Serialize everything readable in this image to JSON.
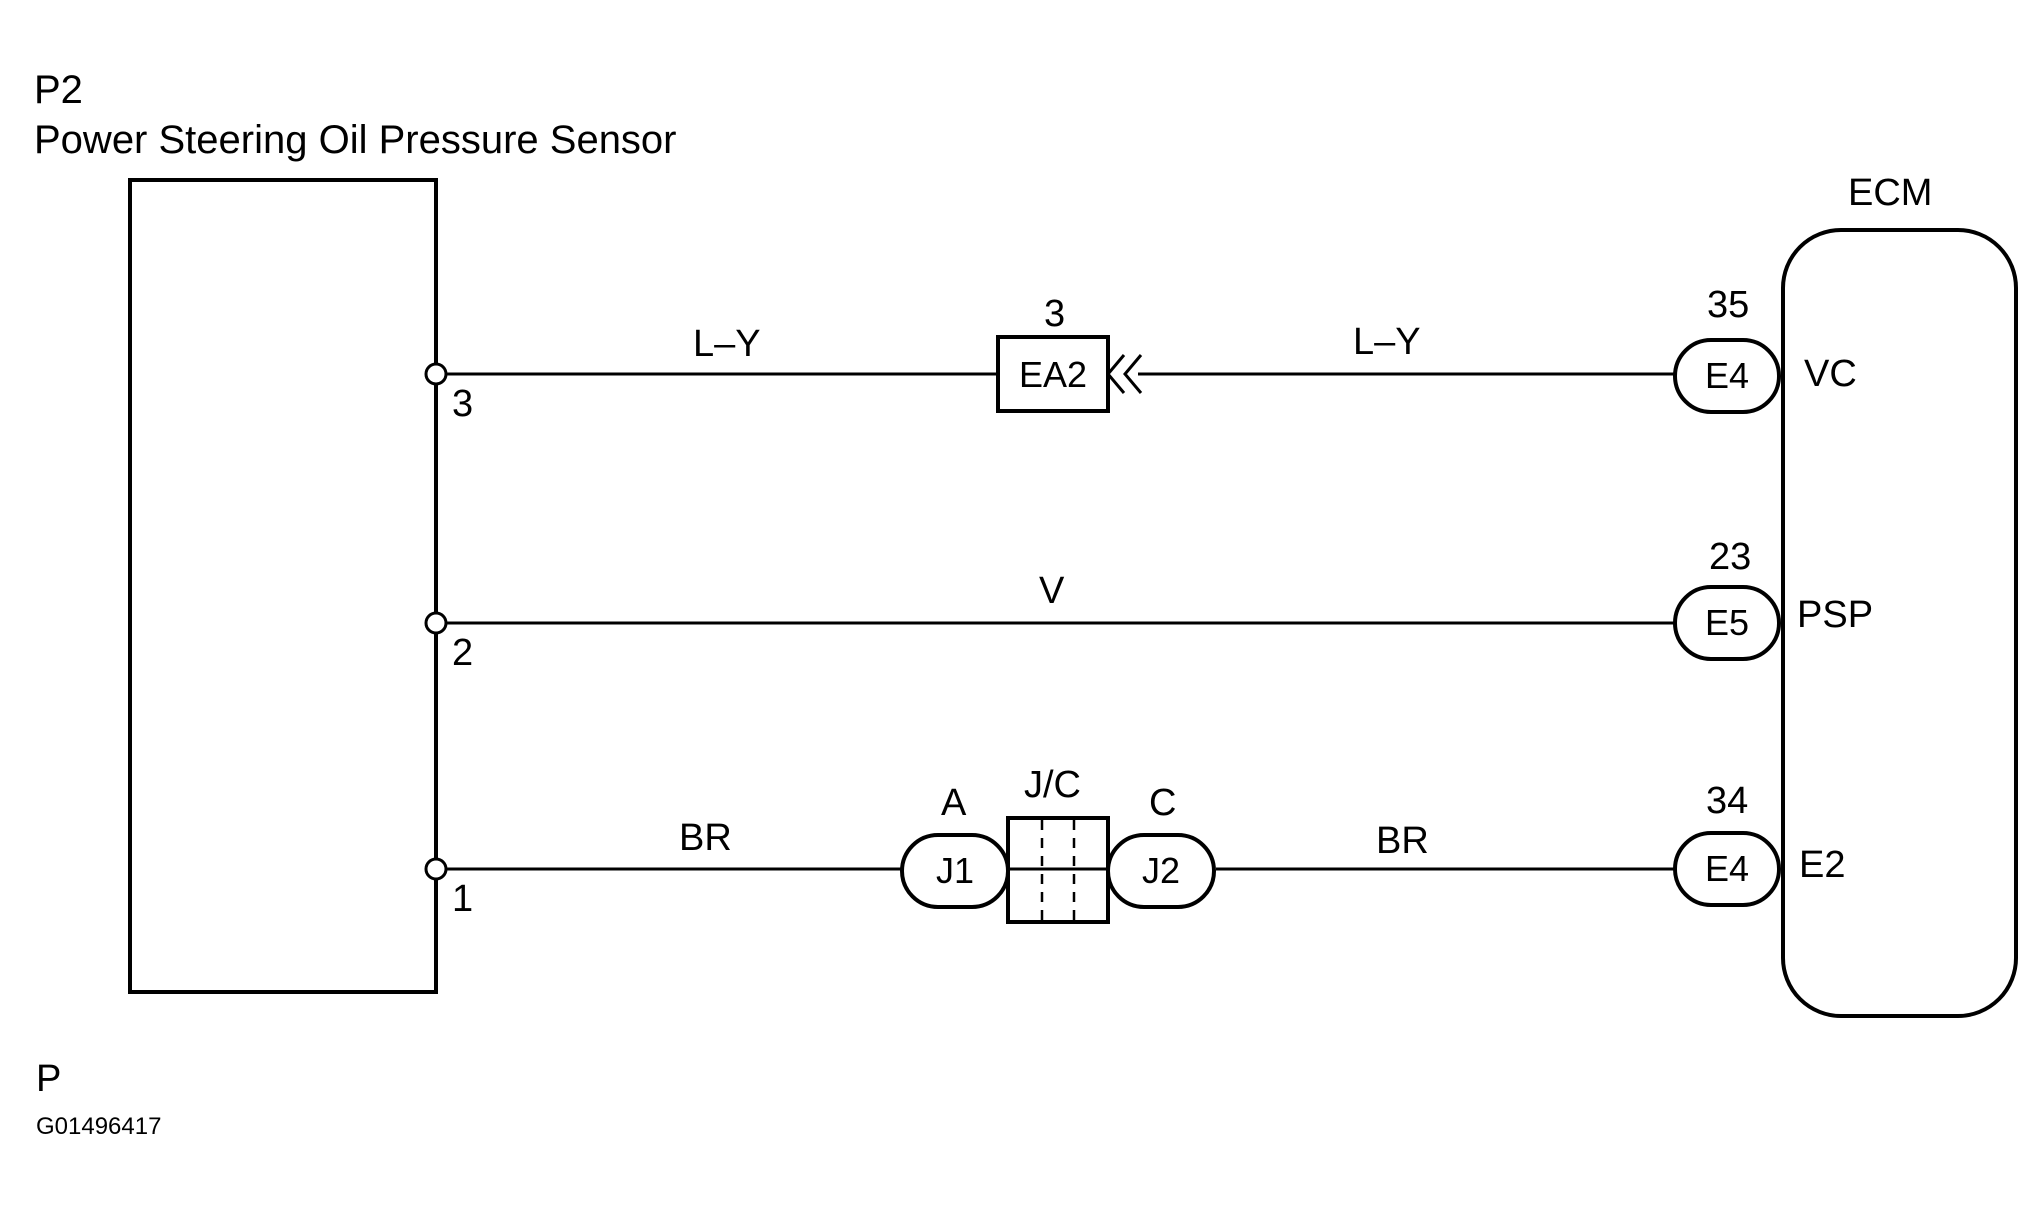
{
  "sensor": {
    "code": "P2",
    "name": "Power Steering Oil Pressure Sensor"
  },
  "ecm": {
    "label": "ECM"
  },
  "wires": [
    {
      "sensor_pin": "3",
      "color_left": "L–Y",
      "inline_connector": {
        "pin": "3",
        "name": "EA2"
      },
      "color_right": "L–Y",
      "ecm_connector": {
        "pin": "35",
        "name": "E4"
      },
      "ecm_terminal": "VC"
    },
    {
      "sensor_pin": "2",
      "color": "V",
      "ecm_connector": {
        "pin": "23",
        "name": "E5"
      },
      "ecm_terminal": "PSP"
    },
    {
      "sensor_pin": "1",
      "color_left": "BR",
      "junction": {
        "label": "J/C",
        "left": {
          "pin": "A",
          "name": "J1"
        },
        "right": {
          "pin": "C",
          "name": "J2"
        }
      },
      "color_right": "BR",
      "ecm_connector": {
        "pin": "34",
        "name": "E4"
      },
      "ecm_terminal": "E2"
    }
  ],
  "footer": {
    "code": "P",
    "figure_id": "G01496417"
  }
}
